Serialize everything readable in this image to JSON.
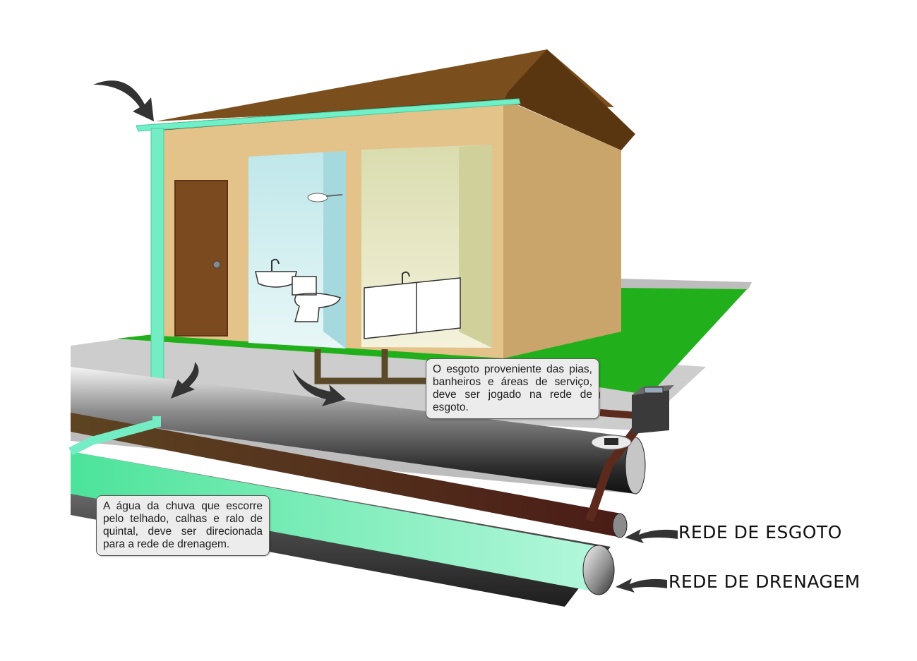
{
  "notes": {
    "sewage": "O esgoto proveniente das pias, banheiros e áreas de serviço, deve ser jogado na rede de esgoto.",
    "rainwater": "A água da chuva que escorre pelo telhado, calhas e ralo de quintal, deve ser direcionada para a rede de drenagem."
  },
  "labels": {
    "sewer_network": "REDE DE ESGOTO",
    "drainage_network": "REDE DE DRENAGEM"
  },
  "colors": {
    "rain_pipe": "#6ff0c8",
    "sewer_pipe": "#5c2a1c",
    "sewage_branch": "#5b4a2a",
    "lawn": "#21b01b",
    "roof": "#7a4e1d",
    "wall": "#e3c389",
    "ground": "#c8c8c8",
    "arrow": "#333333"
  }
}
